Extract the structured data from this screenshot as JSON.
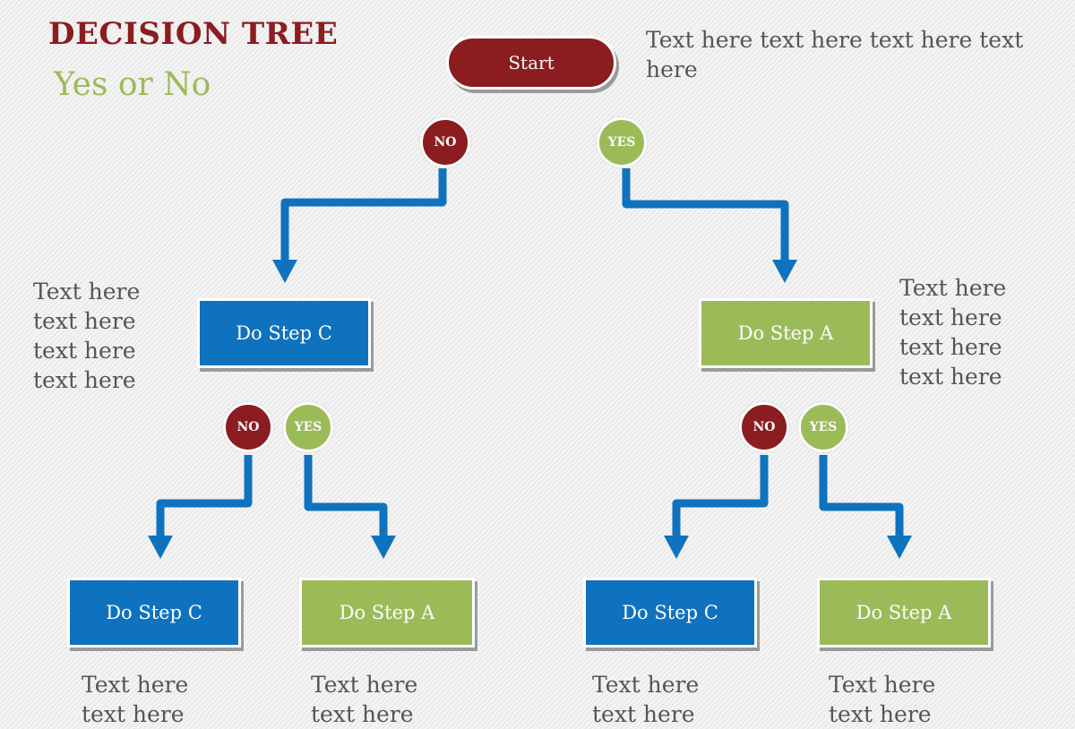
{
  "header": {
    "title": "DECISION TREE",
    "subtitle": "Yes or No"
  },
  "start": {
    "label": "Start",
    "note": "Text here text here text here text",
    "note_line2": "here"
  },
  "colors": {
    "no": "#8b1c20",
    "yes": "#9bbb59",
    "step_c": "#0f72bf",
    "step_a": "#9bbb59",
    "arrow": "#0f72bf",
    "text": "#555555"
  },
  "level1": {
    "no_label": "NO",
    "yes_label": "YES",
    "left_box": "Do Step C",
    "right_box": "Do Step A",
    "left_note": [
      "Text here",
      "text here",
      "text here",
      "text here"
    ],
    "right_note": [
      "Text here",
      "text here",
      "text here",
      "text here"
    ]
  },
  "level2": {
    "left": {
      "no_label": "NO",
      "yes_label": "YES",
      "box_no": "Do Step C",
      "box_yes": "Do Step A",
      "note_no": [
        "Text here",
        "text here"
      ],
      "note_yes": [
        "Text here",
        "text here"
      ]
    },
    "right": {
      "no_label": "NO",
      "yes_label": "YES",
      "box_no": "Do Step C",
      "box_yes": "Do Step A",
      "note_no": [
        "Text here",
        "text here"
      ],
      "note_yes": [
        "Text here",
        "text here"
      ]
    }
  }
}
